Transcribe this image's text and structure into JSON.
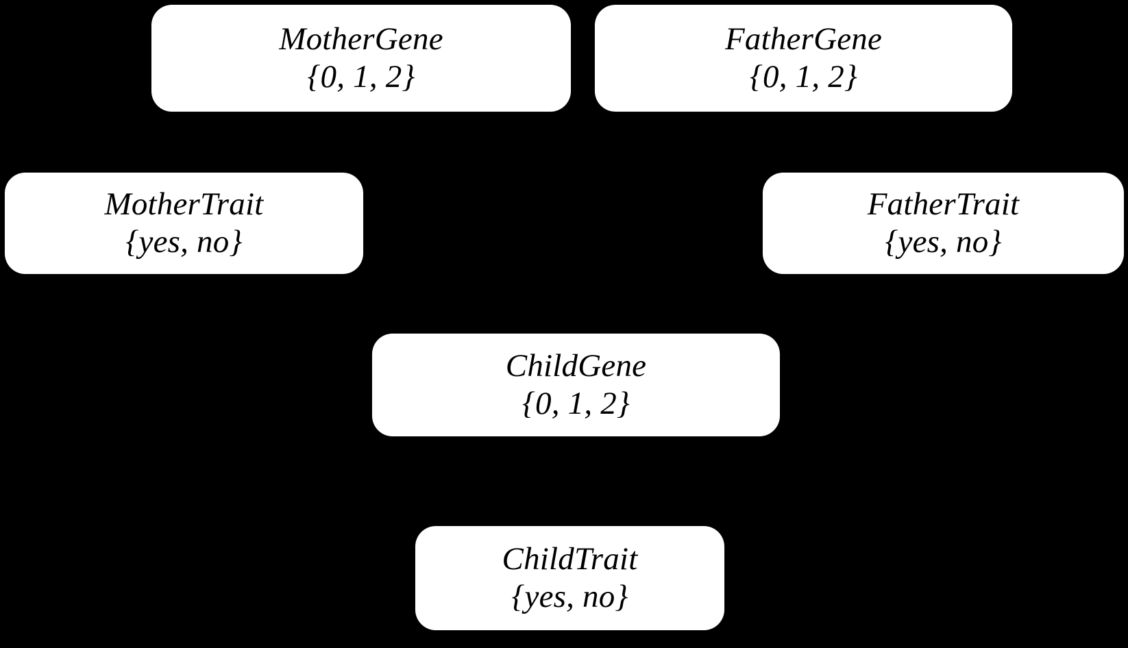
{
  "diagram": {
    "background_color": "#000000",
    "node_fill_color": "#ffffff",
    "node_text_color": "#000000",
    "nodes": [
      {
        "id": "mother-gene",
        "name": "MotherGene",
        "domain": "{0, 1, 2}"
      },
      {
        "id": "father-gene",
        "name": "FatherGene",
        "domain": "{0, 1, 2}"
      },
      {
        "id": "mother-trait",
        "name": "MotherTrait",
        "domain": "{yes, no}"
      },
      {
        "id": "father-trait",
        "name": "FatherTrait",
        "domain": "{yes, no}"
      },
      {
        "id": "child-gene",
        "name": "ChildGene",
        "domain": "{0, 1, 2}"
      },
      {
        "id": "child-trait",
        "name": "ChildTrait",
        "domain": "{yes, no}"
      }
    ]
  }
}
